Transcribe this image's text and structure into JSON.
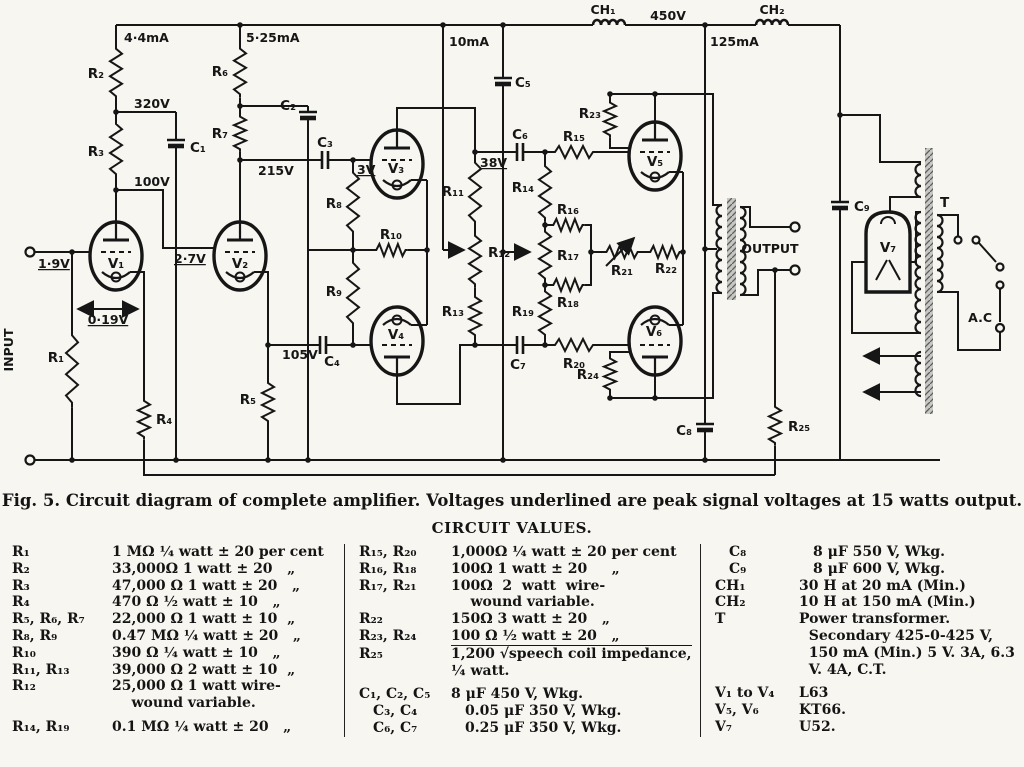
{
  "figure": {
    "caption": "Fig. 5.   Circuit diagram of complete amplifier.   Voltages underlined are peak signal voltages at 15 watts output."
  },
  "schematic": {
    "r1": "R₁",
    "r2": "R₂",
    "r3": "R₃",
    "r4": "R₄",
    "r5": "R₅",
    "r6": "R₆",
    "r7": "R₇",
    "r8": "R₈",
    "r9": "R₉",
    "r10": "R₁₀",
    "r11": "R₁₁",
    "r12": "R₁₂",
    "r13": "R₁₃",
    "r14": "R₁₄",
    "r15": "R₁₅",
    "r16": "R₁₆",
    "r17": "R₁₇",
    "r18": "R₁₈",
    "r19": "R₁₉",
    "r20": "R₂₀",
    "r21": "R₂₁",
    "r22": "R₂₂",
    "r23": "R₂₃",
    "r24": "R₂₄",
    "r25": "R₂₅",
    "c1": "C₁",
    "c2": "C₂",
    "c3": "C₃",
    "c4": "C₄",
    "c5": "C₅",
    "c6": "C₆",
    "c7": "C₇",
    "c8": "C₈",
    "c9": "C₉",
    "ch1": "CH₁",
    "ch2": "CH₂",
    "v1": "V₁",
    "v2": "V₂",
    "v3": "V₃",
    "v4": "V₄",
    "v5": "V₅",
    "v6": "V₆",
    "v7": "V₇",
    "t": "T",
    "ac": "A.C",
    "input": "INPUT",
    "output": "OUTPUT",
    "i44": "4·4mA",
    "i525": "5·25mA",
    "i10": "10mA",
    "i125": "125mA",
    "e320": "320V",
    "e100": "100V",
    "e215": "215V",
    "e105": "105V",
    "e450": "450V",
    "s19": "1·9V",
    "s019": "0·19V",
    "s27": "2·7V",
    "s3": "3V",
    "s38": "38V"
  },
  "values_table": {
    "title": "CIRCUIT VALUES.",
    "col1": [
      {
        "label": "R₁",
        "value": "1 MΩ ¼ watt ± 20 per cent"
      },
      {
        "label": "R₂",
        "value": "33,000Ω 1 watt ± 20   „"
      },
      {
        "label": "R₃",
        "value": "47,000 Ω 1 watt ± 20   „"
      },
      {
        "label": "R₄",
        "value": "470 Ω ½ watt ± 10   „"
      },
      {
        "label": "R₅, R₆, R₇",
        "value": "22,000 Ω 1 watt ± 10  „"
      },
      {
        "label": "R₈, R₉",
        "value": "0.47 MΩ ¼ watt ± 20   „"
      },
      {
        "label": "R₁₀",
        "value": "390 Ω ¼ watt ± 10   „"
      },
      {
        "label": "R₁₁, R₁₃",
        "value": "39,000 Ω 2 watt ± 10  „"
      },
      {
        "label": "R₁₂",
        "value": "25,000 Ω 1 watt wire-\n    wound variable."
      },
      {
        "label": "R₁₄, R₁₉",
        "value": "0.1 MΩ ¼ watt ± 20   „"
      }
    ],
    "col2a": [
      {
        "label": "R₁₅, R₂₀",
        "value": "1,000Ω ¼ watt ± 20 per cent"
      },
      {
        "label": "R₁₆, R₁₈",
        "value": "100Ω 1 watt ± 20     „"
      },
      {
        "label": "R₁₇, R₂₁",
        "value": "100Ω  2  watt  wire-\n    wound variable."
      },
      {
        "label": "R₂₂",
        "value": "150Ω 3 watt ± 20   „"
      },
      {
        "label": "R₂₃, R₂₄",
        "value": "100 Ω ½ watt ± 20   „"
      }
    ],
    "r25": {
      "label": "R₂₅",
      "pre": "1,200 √",
      "arg": "speech coil impedance,",
      "post": "¼ watt."
    },
    "col2b": [
      {
        "label": "C₁, C₂, C₅",
        "value": "8 μF 450 V, Wkg."
      },
      {
        "label": "C₃, C₄",
        "value": "0.05 μF 350 V, Wkg."
      },
      {
        "label": "C₆, C₇",
        "value": "0.25 μF 350 V, Wkg."
      }
    ],
    "col3": [
      {
        "label": "C₈",
        "value": "8 μF 550 V, Wkg."
      },
      {
        "label": "C₉",
        "value": "8 μF 600 V, Wkg."
      },
      {
        "label": "CH₁",
        "value": "30 H at 20 mA (Min.)"
      },
      {
        "label": "CH₂",
        "value": "10 H at 150 mA (Min.)"
      },
      {
        "label": "T",
        "value": "Power transformer.\n  Secondary 425-0-425 V,\n  150 mA (Min.) 5 V. 3A, 6.3\n  V. 4A, C.T."
      },
      {
        "label": "V₁ to V₄",
        "value": "L63"
      },
      {
        "label": "V₅, V₆",
        "value": "KT66."
      },
      {
        "label": "V₇",
        "value": "U52."
      }
    ]
  }
}
